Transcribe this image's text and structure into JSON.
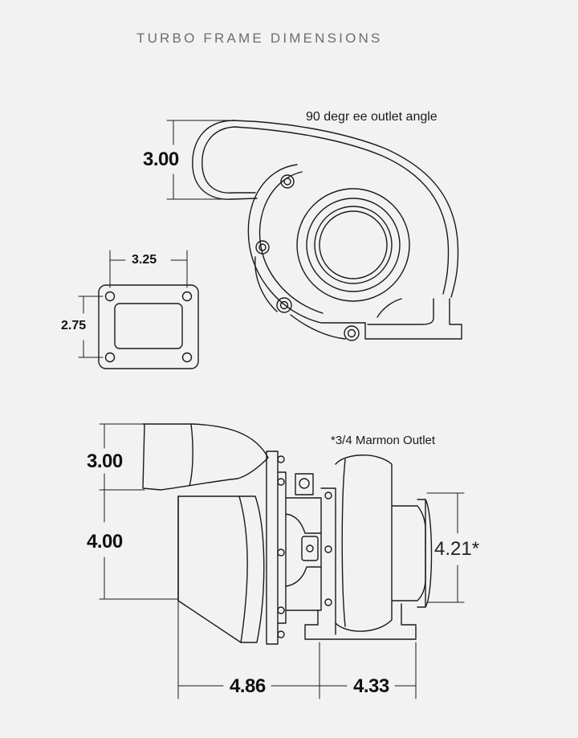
{
  "header": {
    "title": "TURBO FRAME DIMENSIONS"
  },
  "annotations": {
    "outlet_angle": "90 degr ee outlet angle",
    "marmon_outlet": "*3/4 Marmon Outlet"
  },
  "dimensions": {
    "top_view_height": "3.00",
    "flange_width": "3.25",
    "flange_height": "2.75",
    "side_upper_height": "3.00",
    "side_lower_height": "4.00",
    "outlet_diameter": "4.21*",
    "length_left": "4.86",
    "length_right": "4.33"
  },
  "colors": {
    "background": "#f2f2f2",
    "line": "#1a1a1a",
    "title": "#6d6d6d"
  }
}
